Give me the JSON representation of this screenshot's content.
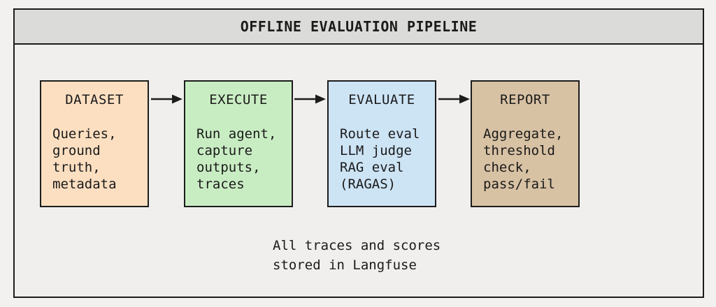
{
  "header": {
    "title": "OFFLINE EVALUATION PIPELINE"
  },
  "pipeline": {
    "stages": [
      {
        "title": "DATASET",
        "body": "Queries,\nground\ntruth,\nmetadata",
        "color": "#fcdfc1"
      },
      {
        "title": "EXECUTE",
        "body": "Run agent,\ncapture\noutputs,\ntraces",
        "color": "#c9edc3"
      },
      {
        "title": "EVALUATE",
        "body": "Route eval\nLLM judge\nRAG eval\n(RAGAS)",
        "color": "#cde4f5"
      },
      {
        "title": "REPORT",
        "body": "Aggregate,\nthreshold\ncheck,\npass/fail",
        "color": "#d8c2a4"
      }
    ],
    "arrow_icon": "right-arrow"
  },
  "footer": {
    "note": "All traces and scores\nstored in Langfuse"
  },
  "colors": {
    "border": "#1c1c1c",
    "text": "#1a1a1a",
    "header_bg": "#dbdbd9",
    "canvas_bg": "#f0efed",
    "page_bg": "#f2f1ef"
  }
}
